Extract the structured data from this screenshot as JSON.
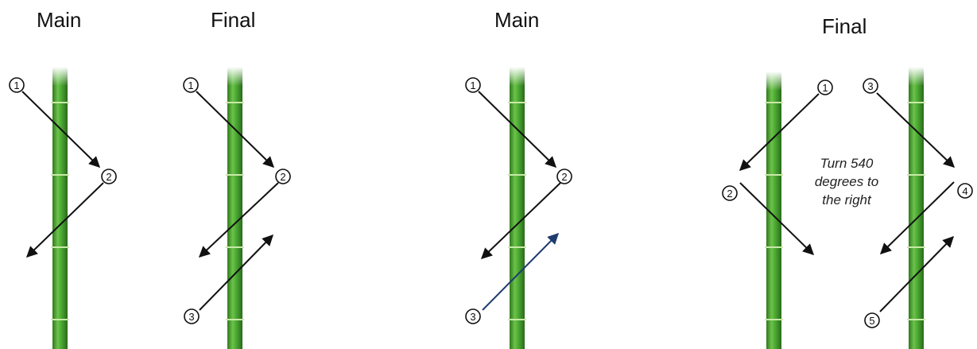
{
  "panels": [
    {
      "title": "Main",
      "steps": [
        "1",
        "2"
      ]
    },
    {
      "title": "Final",
      "steps": [
        "1",
        "2",
        "3"
      ]
    },
    {
      "title": "Main",
      "steps": [
        "1",
        "2",
        "3"
      ]
    },
    {
      "title": "Final",
      "steps": [
        "1",
        "2",
        "3",
        "4",
        "5"
      ],
      "note": [
        "Turn 540",
        "degrees to",
        "the right"
      ]
    }
  ],
  "colors": {
    "arrow": "#111111",
    "arrow_highlight": "#1f3c6e",
    "bamboo_dark": "#2f7a1e",
    "bamboo_mid": "#4fae36",
    "bamboo_light": "#8fd66a"
  }
}
